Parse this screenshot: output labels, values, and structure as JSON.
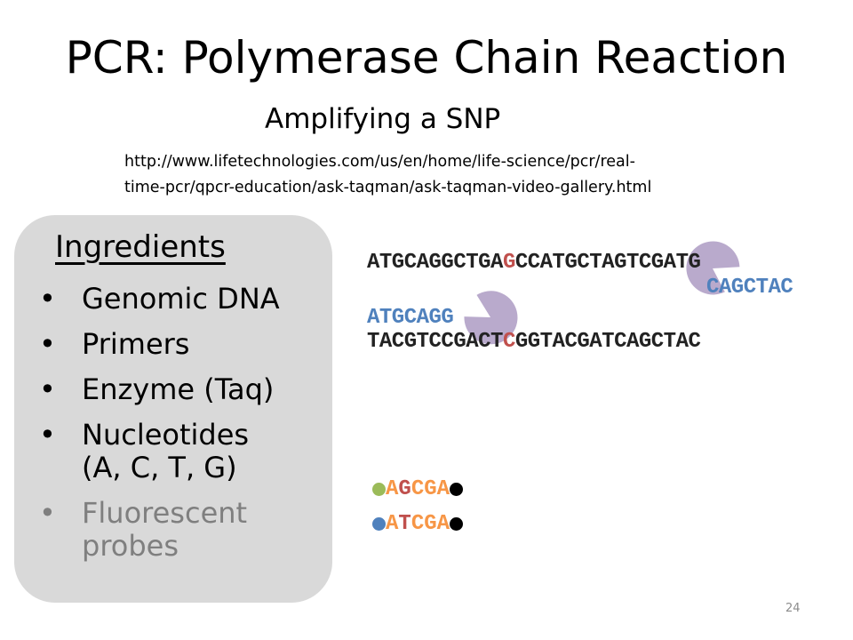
{
  "title": "PCR: Polymerase Chain Reaction",
  "subtitle": "Amplifying a SNP",
  "url": {
    "line1": "http://www.lifetechnologies.com/us/en/home/life-science/pcr/real-",
    "line2": "time-pcr/qpcr-education/ask-taqman/ask-taqman-video-gallery.html"
  },
  "ingredients": {
    "heading": "Ingredients",
    "bullet": "•",
    "items": [
      {
        "label": "Genomic DNA"
      },
      {
        "label": "Primers"
      },
      {
        "label": "Enzyme (Taq)"
      },
      {
        "label": "Nucleotides (A, C, T, G)",
        "line1": "Nucleotides",
        "line2": "(A, C, T, G)"
      },
      {
        "label": "Fluorescent probes",
        "line1": "Fluorescent",
        "line2": "probes"
      }
    ]
  },
  "dna": {
    "top_strand": {
      "before": "ATGCAGGCTGA",
      "snp": "G",
      "after": "CCATGCTAGTCGATG"
    },
    "bottom_strand": {
      "before": "TACGTCCGACT",
      "snp": "C",
      "after": "GGTACGATCAGCTAC"
    },
    "primer_right": "CAGCTAC",
    "primer_left": "ATGCAGG"
  },
  "probes": [
    {
      "dot_color": "#9bbb59",
      "segments": [
        {
          "text": "A",
          "color": "#f79646"
        },
        {
          "text": "G",
          "color": "#c0504d"
        },
        {
          "text": "CGA",
          "color": "#f79646"
        }
      ],
      "end_color": "#000000"
    },
    {
      "dot_color": "#4f81bd",
      "segments": [
        {
          "text": "A",
          "color": "#f79646"
        },
        {
          "text": "T",
          "color": "#c0504d"
        },
        {
          "text": "CGA",
          "color": "#f79646"
        }
      ],
      "end_color": "#000000"
    }
  ],
  "colors": {
    "primer": "#4f81bd",
    "snp": "#c0504d",
    "polymerase": "#8064a2",
    "panel": "#d9d9d9"
  },
  "page_number": "24"
}
